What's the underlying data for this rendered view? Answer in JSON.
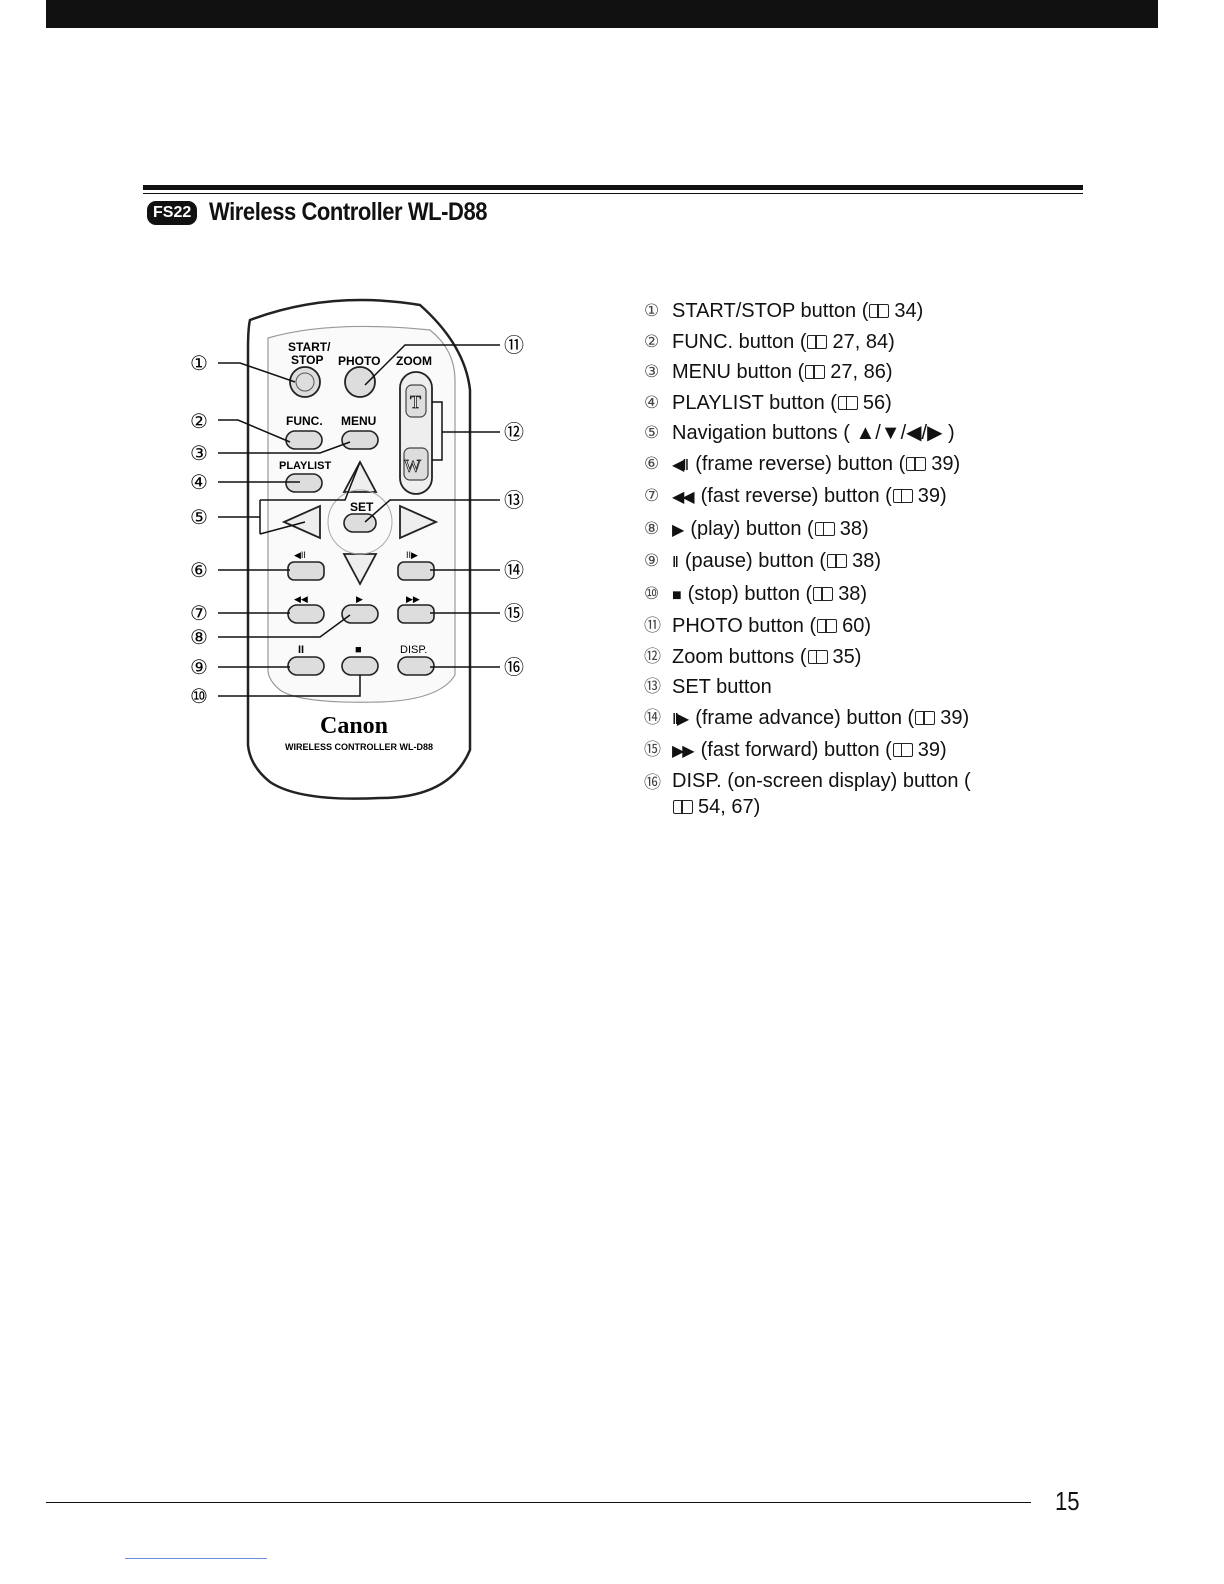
{
  "header": {
    "model_badge": "FS22",
    "title": "Wireless Controller WL-D88"
  },
  "remote": {
    "labels": {
      "start_stop_1": "START/",
      "start_stop_2": "STOP",
      "photo": "PHOTO",
      "zoom": "ZOOM",
      "tele": "T",
      "wide": "W",
      "func": "FUNC.",
      "menu": "MENU",
      "playlist": "PLAYLIST",
      "set": "SET",
      "frame_reverse": "◀II",
      "frame_advance": "II▶",
      "fast_reverse": "◀◀",
      "play": "▶",
      "fast_forward": "▶▶",
      "pause": "II",
      "stop": "■",
      "disp": "DISP.",
      "brand": "Canon",
      "model": "WIRELESS CONTROLLER WL-D88"
    },
    "callouts": [
      "①",
      "②",
      "③",
      "④",
      "⑤",
      "⑥",
      "⑦",
      "⑧",
      "⑨",
      "⑩",
      "⑪",
      "⑫",
      "⑬",
      "⑭",
      "⑮",
      "⑯"
    ]
  },
  "parts": [
    {
      "num": "①",
      "text": "START/STOP button (",
      "page": "34)"
    },
    {
      "num": "②",
      "text": "FUNC. button (",
      "page": "27, 84)"
    },
    {
      "num": "③",
      "text": "MENU button (",
      "page": "27, 86)"
    },
    {
      "num": "④",
      "text": "PLAYLIST button (",
      "page": "56)"
    },
    {
      "num": "⑤",
      "text": "Navigation buttons ( ▲/▼/◀/▶ )",
      "page": ""
    },
    {
      "num": "⑥",
      "glyph": "◀II",
      "text": "(frame reverse) button (",
      "page": "39)"
    },
    {
      "num": "⑦",
      "glyph": "◀◀",
      "text": "(fast reverse) button (",
      "page": "39)"
    },
    {
      "num": "⑧",
      "glyph": "▶",
      "text": "(play) button (",
      "page": "38)"
    },
    {
      "num": "⑨",
      "glyph": "II",
      "text": "(pause) button (",
      "page": "38)"
    },
    {
      "num": "⑩",
      "glyph": "■",
      "text": "(stop) button (",
      "page": "38)"
    },
    {
      "num": "⑪",
      "text": "PHOTO button (",
      "page": "60)"
    },
    {
      "num": "⑫",
      "text": "Zoom buttons (",
      "page": "35)"
    },
    {
      "num": "⑬",
      "text": "SET button",
      "page": ""
    },
    {
      "num": "⑭",
      "glyph": "II▶",
      "text": "(frame advance) button (",
      "page": "39)"
    },
    {
      "num": "⑮",
      "glyph": "▶▶",
      "text": "(fast forward) button (",
      "page": "39)"
    },
    {
      "num": "⑯",
      "text": "DISP. (on-screen display) button (",
      "page": "54, 67)"
    }
  ],
  "footer": {
    "page_number": "15"
  }
}
